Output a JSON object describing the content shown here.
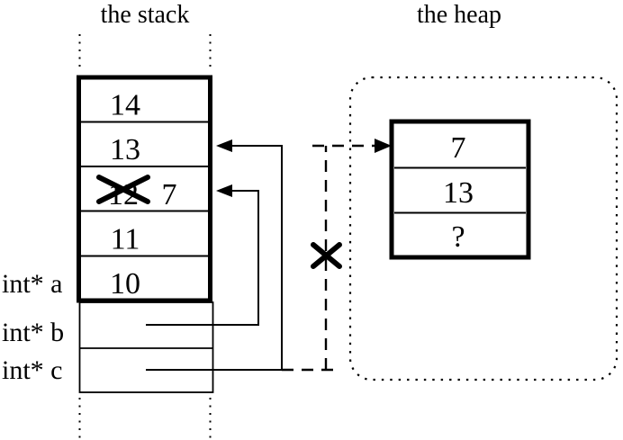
{
  "titles": {
    "stack": "the stack",
    "heap": "the heap"
  },
  "stack": {
    "cells": [
      {
        "value": "14"
      },
      {
        "value": "13"
      },
      {
        "old_value": "12",
        "value": "7"
      },
      {
        "value": "11"
      },
      {
        "value": "10"
      }
    ],
    "variables": [
      {
        "label": "int* a"
      },
      {
        "label": "int* b"
      },
      {
        "label": "int* c"
      }
    ]
  },
  "heap": {
    "cells": [
      {
        "value": "7"
      },
      {
        "value": "13"
      },
      {
        "value": "?"
      }
    ]
  },
  "colors": {
    "ink": "#000000",
    "paper": "#ffffff"
  }
}
